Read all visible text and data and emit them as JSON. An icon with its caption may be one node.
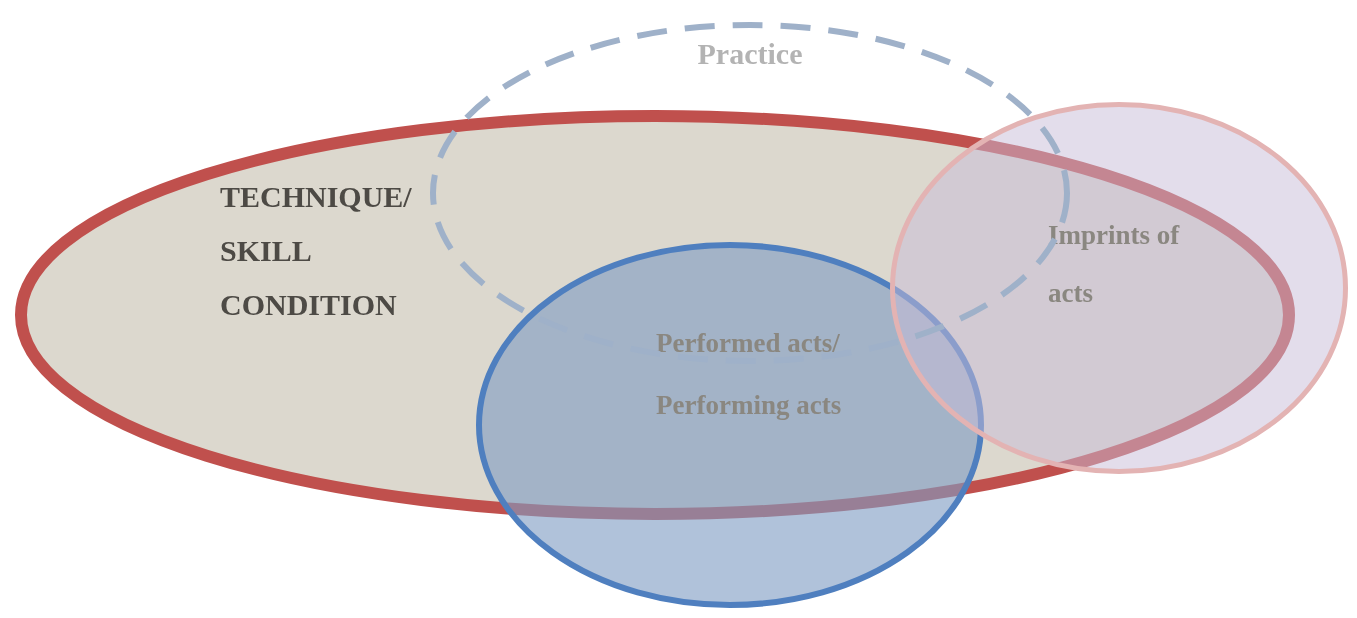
{
  "diagram": {
    "nodes": [
      {
        "text": [
          "TECHNIQUE/ SKILL CONDITION"
        ]
      },
      {
        "text": [
          "Practice"
        ]
      },
      {
        "text": [
          "Performed acts/ Performing acts"
        ]
      },
      {
        "text": [
          "Imprints of acts"
        ]
      }
    ]
  }
}
